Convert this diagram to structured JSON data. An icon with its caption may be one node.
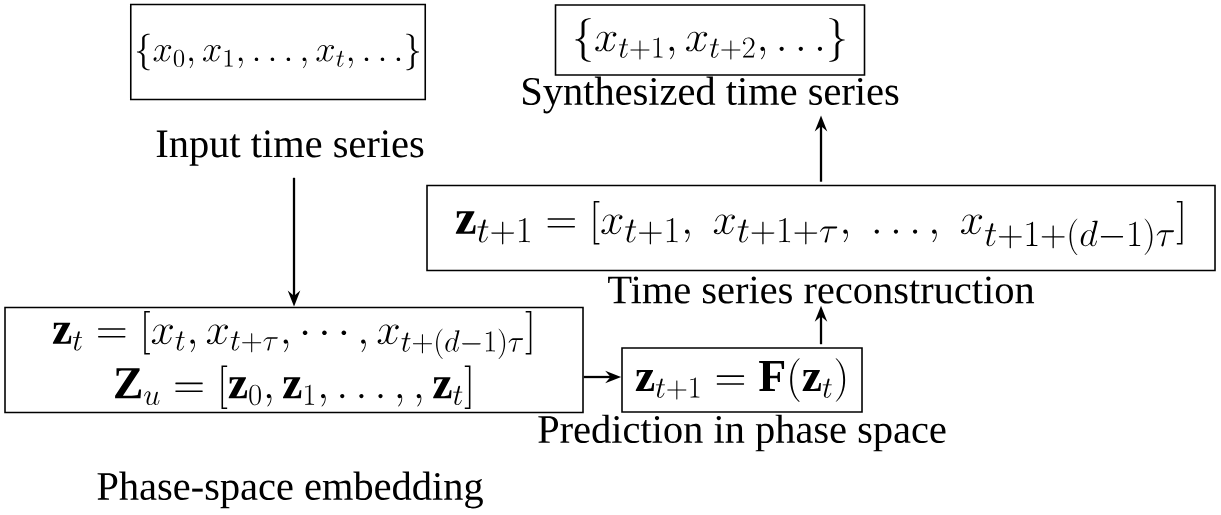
{
  "diagram": {
    "nodes": [
      {
        "text": [
          "\\{x_0, x_1, \\ldots, x_t, \\ldots\\}"
        ],
        "beside": [
          "Input time series"
        ]
      },
      {
        "text": [
          "\\mathbf{z}_t = [x_t, x_{t+\\tau}, \\cdots, x_{t+(d-1)\\tau}]",
          "\\mathbf{Z}_u = [\\mathbf{z}_0, \\mathbf{z}_1, \\ldots, , \\mathbf{z}_t]"
        ],
        "beside": [
          "Phase-space embedding"
        ]
      },
      {
        "text": [
          "\\mathbf{z}_{t+1} = \\mathbf{F}(\\mathbf{z}_t)"
        ],
        "beside": [
          "Prediction in phase space"
        ]
      },
      {
        "text": [
          "\\mathbf{z}_{t+1} = [x_{t+1},\\ x_{t+1+\\tau},\\ \\ldots,\\ x_{t+1+(d-1)\\tau}]"
        ],
        "beside": [
          "Time series reconstruction"
        ]
      },
      {
        "text": [
          "\\{x_{t+1}, x_{t+2}, \\ldots\\}"
        ],
        "beside": [
          "Synthesized time series"
        ]
      }
    ],
    "edges": [
      {
        "from": 0,
        "to": 1,
        "arrow": "to"
      },
      {
        "from": 1,
        "to": 2,
        "arrow": "to"
      },
      {
        "from": 2,
        "to": 3,
        "arrow": "to"
      },
      {
        "from": 3,
        "to": 4,
        "arrow": "to"
      }
    ]
  }
}
